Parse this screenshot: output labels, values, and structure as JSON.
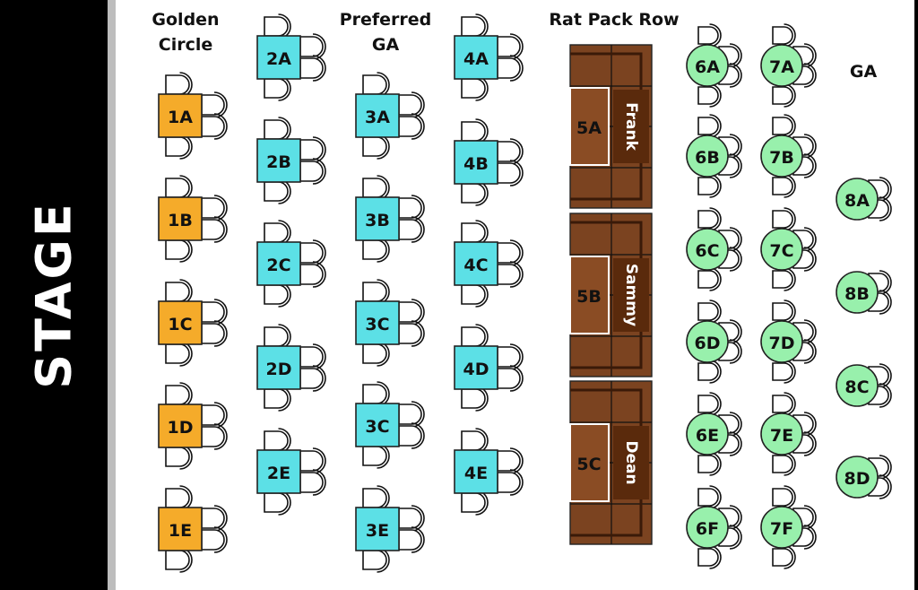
{
  "stage": {
    "label": "STAGE"
  },
  "sections": [
    {
      "id": "golden-circle",
      "title_lines": [
        "Golden",
        "Circle"
      ],
      "color": "#f5ab2a",
      "shape": "square",
      "tables": [
        "1A",
        "1B",
        "1C",
        "1D",
        "1E"
      ]
    },
    {
      "id": "preferred-ga-left",
      "title_lines": [],
      "color": "#5ce0e6",
      "shape": "square",
      "tables": [
        "2A",
        "2B",
        "2C",
        "2D",
        "2E"
      ]
    },
    {
      "id": "preferred-ga",
      "title_lines": [
        "Preferred",
        "GA"
      ],
      "color": "#5ce0e6",
      "shape": "square",
      "tables": [
        "3A",
        "3B",
        "3C",
        "3C",
        "3E"
      ]
    },
    {
      "id": "preferred-ga-right",
      "title_lines": [],
      "color": "#5ce0e6",
      "shape": "square",
      "tables": [
        "4A",
        "4B",
        "4C",
        "4D",
        "4E"
      ]
    },
    {
      "id": "rat-pack-row",
      "title_lines": [
        "Rat Pack Row"
      ],
      "color": "#7b4320",
      "shape": "booth",
      "booths": [
        {
          "label": "5A",
          "name": "Frank"
        },
        {
          "label": "5B",
          "name": "Sammy"
        },
        {
          "label": "5C",
          "name": "Dean"
        }
      ]
    },
    {
      "id": "ga-col6",
      "title_lines": [],
      "color": "#98f0ac",
      "shape": "circle",
      "tables": [
        "6A",
        "6B",
        "6C",
        "6D",
        "6E",
        "6F"
      ]
    },
    {
      "id": "ga-col7",
      "title_lines": [],
      "color": "#98f0ac",
      "shape": "circle",
      "tables": [
        "7A",
        "7B",
        "7C",
        "7D",
        "7E",
        "7F"
      ]
    },
    {
      "id": "ga",
      "title_lines": [
        "GA"
      ],
      "color": "#98f0ac",
      "shape": "circle-small",
      "tables": [
        "8A",
        "8B",
        "8C",
        "8D"
      ]
    }
  ]
}
